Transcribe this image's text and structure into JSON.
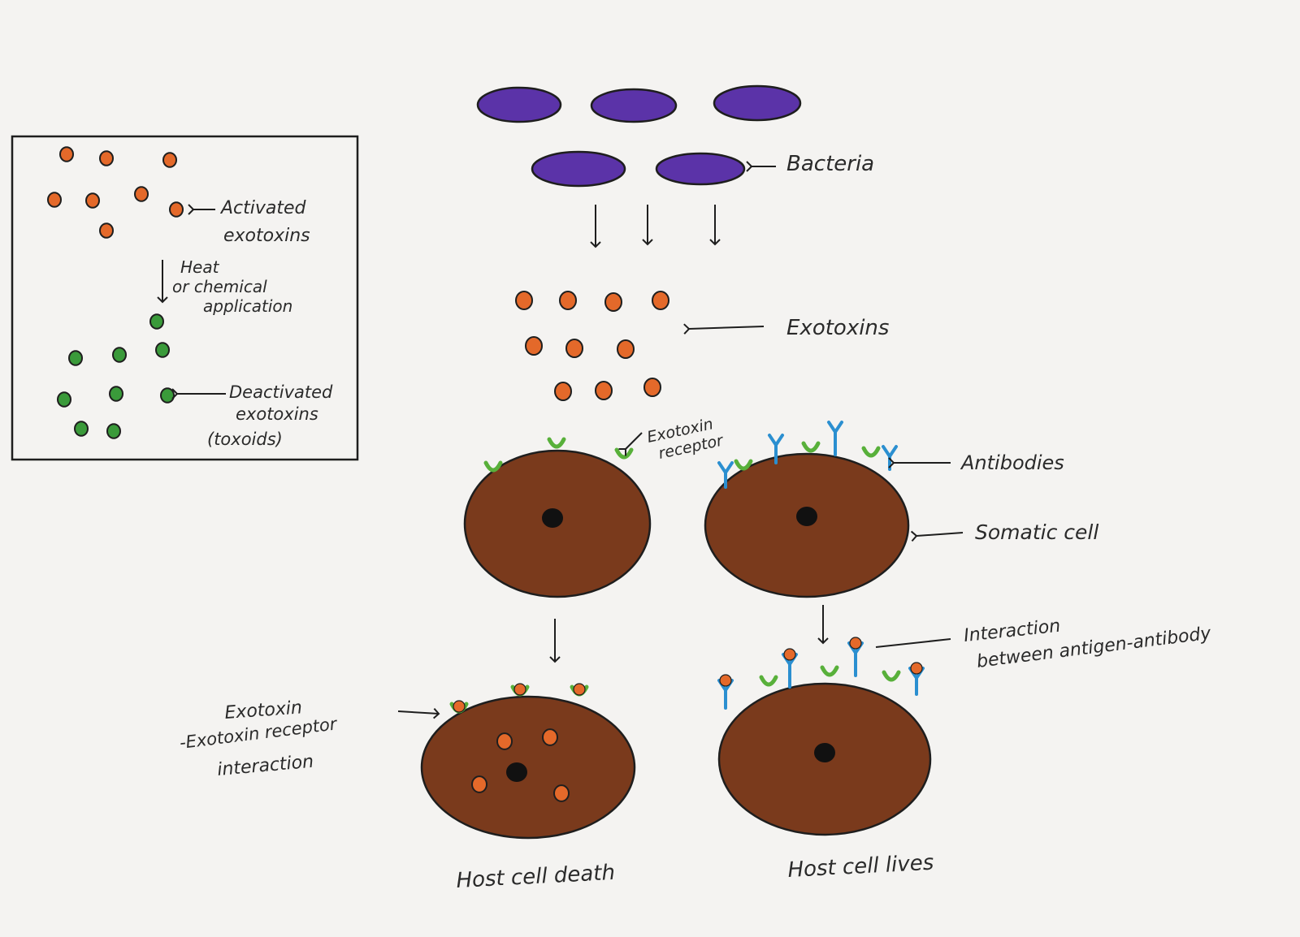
{
  "colors": {
    "paper": "#f4f3f1",
    "ink": "#1e1e1e",
    "bacteria": "#5b33a8",
    "exotoxin": "#e4692a",
    "toxoid": "#3a9a3a",
    "receptor": "#58b03a",
    "antibody": "#2b8fd0",
    "cell": "#7a3a1c",
    "nucleus": "#111111"
  },
  "inset": {
    "activated_label": "Activated",
    "activated_label2": "exotoxins",
    "process_label1": "Heat",
    "process_label2": "or chemical",
    "process_label3": "application",
    "deactivated_label1": "Deactivated",
    "deactivated_label2": "exotoxins",
    "deactivated_label3": "(toxoids)"
  },
  "labels": {
    "bacteria": "Bacteria",
    "exotoxins": "Exotoxins",
    "exotoxin_receptor1": "Exotoxin",
    "exotoxin_receptor2": "receptor",
    "antibodies": "Antibodies",
    "somatic_cell": "Somatic cell",
    "interaction1": "Interaction",
    "interaction2": "between antigen-antibody",
    "toxin_receptor1": "Exotoxin",
    "toxin_receptor2": "-Exotoxin receptor",
    "toxin_receptor3": "interaction",
    "host_death": "Host cell death",
    "host_lives": "Host cell lives"
  }
}
